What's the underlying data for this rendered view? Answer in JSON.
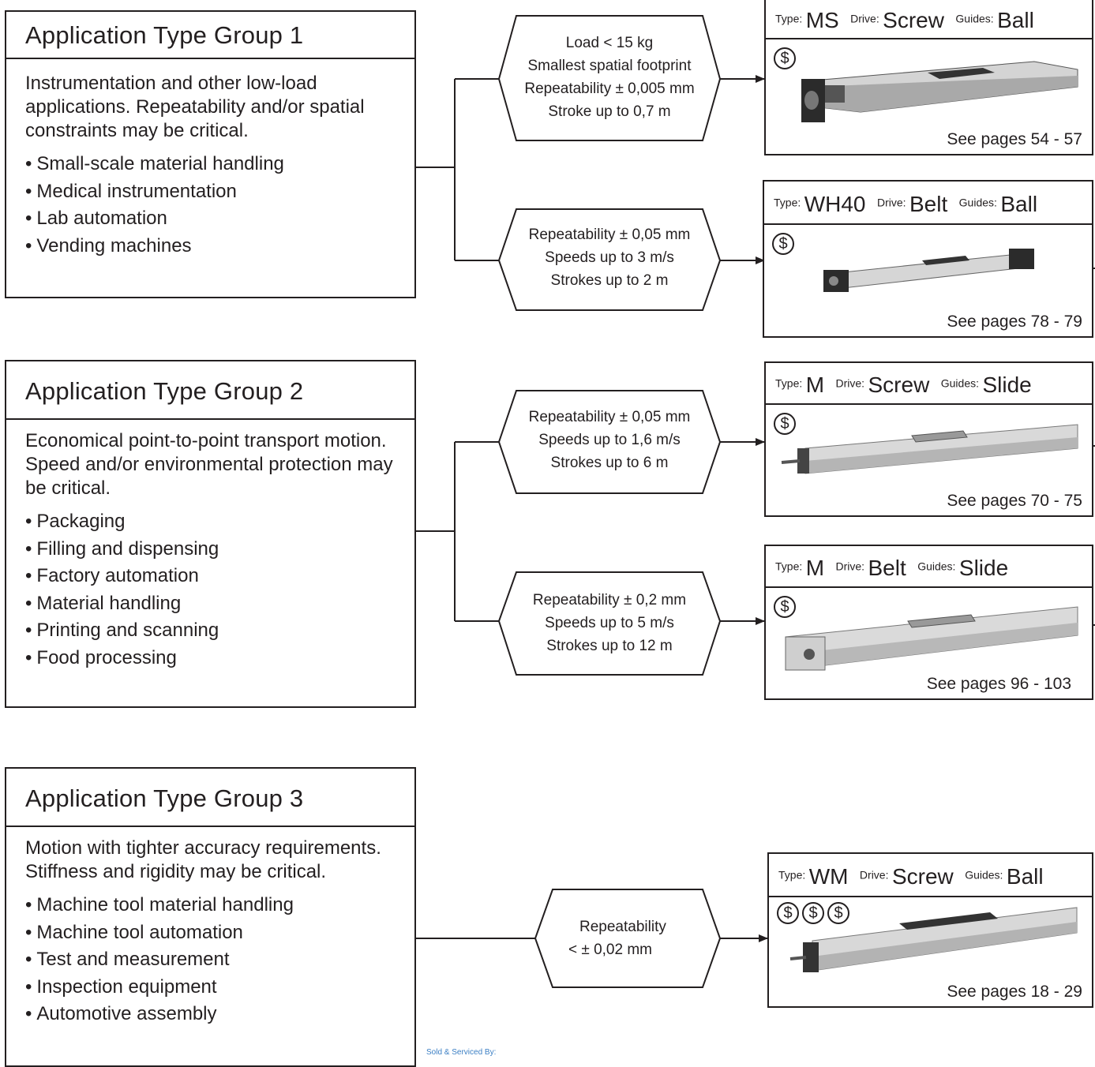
{
  "groups": [
    {
      "title": "Application Type Group 1",
      "description": "Instrumentation and other low-load applications. Repeatability and/or spatial constraints may be critical.",
      "bullets": [
        "Small-scale material handling",
        "Medical instrumentation",
        "Lab automation",
        "Vending machines"
      ]
    },
    {
      "title": "Application Type Group 2",
      "description": "Economical point-to-point transport motion. Speed and/or environmental protection may be critical.",
      "bullets": [
        "Packaging",
        "Filling and dispensing",
        "Factory automation",
        "Material handling",
        "Printing and scanning",
        "Food processing"
      ]
    },
    {
      "title": "Application Type Group 3",
      "description": "Motion with tighter accuracy requirements. Stiffness and rigidity may be critical.",
      "bullets": [
        "Machine tool material handling",
        "Machine tool automation",
        "Test and measurement",
        "Inspection equipment",
        "Automotive assembly"
      ]
    }
  ],
  "criteria": [
    {
      "lines": [
        "Load < 15 kg",
        "Smallest spatial footprint",
        "Repeatability ±  0,005 mm",
        "Stroke up to 0,7 m"
      ]
    },
    {
      "lines": [
        "Repeatability ± 0,05 mm",
        "Speeds up to 3 m/s",
        "Strokes up to 2 m"
      ]
    },
    {
      "lines": [
        "Repeatability ± 0,05 mm",
        "Speeds up to 1,6 m/s",
        "Strokes up to 6 m"
      ]
    },
    {
      "lines": [
        "Repeatability ± 0,2 mm",
        "Speeds up to 5 m/s",
        "Strokes up to 12 m"
      ]
    },
    {
      "lines": [
        "Repeatability",
        "< ± 0,02 mm"
      ]
    }
  ],
  "labels": {
    "type": "Type:",
    "drive": "Drive:",
    "guides": "Guides:"
  },
  "products": [
    {
      "type": "MS",
      "drive": "Screw",
      "guides": "Ball",
      "cost": [
        "$"
      ],
      "pages": "See pages 54 - 57"
    },
    {
      "type": "WH40",
      "drive": "Belt",
      "guides": "Ball",
      "cost": [
        "$"
      ],
      "pages": "See pages 78 - 79"
    },
    {
      "type": "M",
      "drive": "Screw",
      "guides": "Slide",
      "cost": [
        "$"
      ],
      "pages": "See pages 70 - 75"
    },
    {
      "type": "M",
      "drive": "Belt",
      "guides": "Slide",
      "cost": [
        "$"
      ],
      "pages": "See pages 96 - 103"
    },
    {
      "type": "WM",
      "drive": "Screw",
      "guides": "Ball",
      "cost": [
        "$",
        "$",
        "$"
      ],
      "pages": "See pages 18 - 29"
    }
  ],
  "footer": {
    "sold_by": "Sold & Serviced By:"
  }
}
